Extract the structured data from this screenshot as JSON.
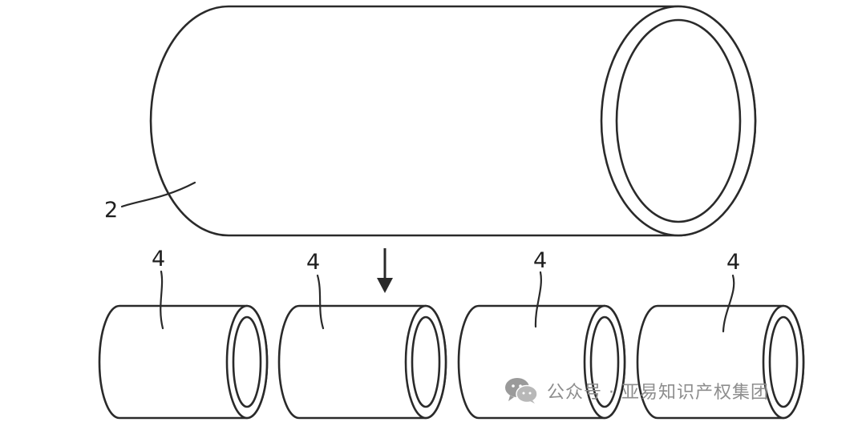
{
  "figure": {
    "labels": {
      "large_tube": "2",
      "short_tube_1": "4",
      "short_tube_2": "4",
      "short_tube_3": "4",
      "short_tube_4": "4"
    }
  },
  "watermark": {
    "icon": "wechat-icon",
    "text": "公众号 · 亚易知识产权集团"
  }
}
